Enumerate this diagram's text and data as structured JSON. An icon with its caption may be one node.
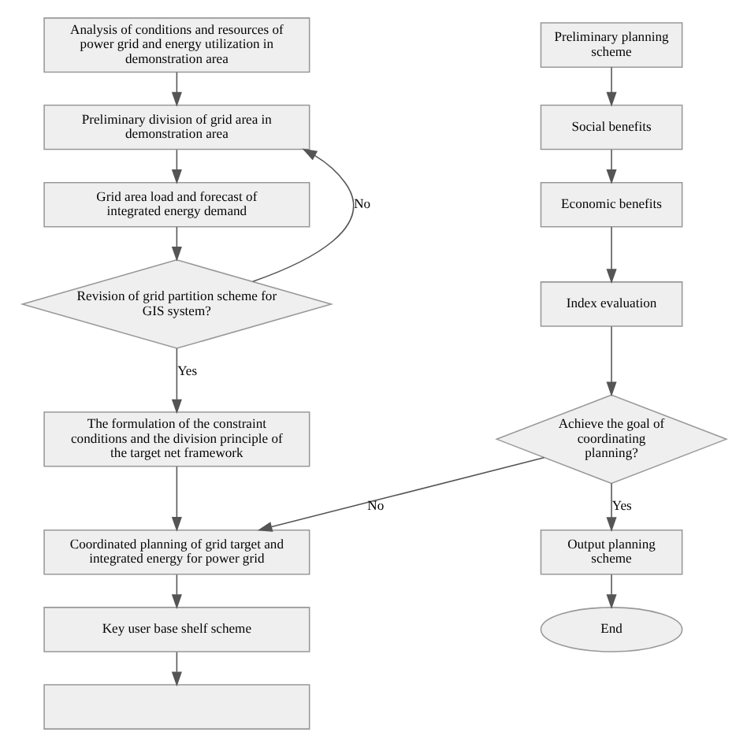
{
  "diagram": {
    "nodes": [
      {
        "text": [
          "Analysis of conditions and resources of power grid and energy utilization in demonstration area"
        ]
      },
      {
        "text": [
          "Preliminary division of grid area in demonstration area"
        ]
      },
      {
        "text": [
          "Grid area load and forecast of integrated energy demand"
        ]
      },
      {
        "text": [
          "Revision of grid partition scheme for GIS system?"
        ]
      },
      {
        "text": [
          "The formulation of the constraint conditions and the division principle of the target net framework"
        ]
      },
      {
        "text": [
          "Coordinated planning of grid target and integrated energy for power grid"
        ]
      },
      {
        "text": [
          "Key user base shelf scheme"
        ]
      },
      {
        "text": [],
        "shape": "box"
      },
      {
        "text": [
          "Preliminary planning scheme"
        ]
      },
      {
        "text": [
          "Social benefits"
        ]
      },
      {
        "text": [
          "Economic benefits"
        ]
      },
      {
        "text": [
          "Index evaluation"
        ]
      },
      {
        "text": [
          "Achieve the goal of coordinating planning?"
        ]
      },
      {
        "text": [
          "Output planning scheme"
        ]
      },
      {
        "text": [
          "End"
        ]
      }
    ],
    "edges": [
      {
        "from": 0,
        "to": 1,
        "arrow": "to"
      },
      {
        "from": 1,
        "to": 2,
        "arrow": "to"
      },
      {
        "from": 2,
        "to": 3,
        "arrow": "to"
      },
      {
        "from": 3,
        "to": 4,
        "label": "Yes",
        "arrow": "to"
      },
      {
        "from": 3,
        "to": 1,
        "label": "No",
        "arrow": "to"
      },
      {
        "from": 4,
        "to": 5,
        "arrow": "to"
      },
      {
        "from": 5,
        "to": 6,
        "arrow": "to"
      },
      {
        "from": 6,
        "to": 7,
        "arrow": "to"
      },
      {
        "from": 8,
        "to": 9,
        "arrow": "to"
      },
      {
        "from": 9,
        "to": 10,
        "arrow": "to"
      },
      {
        "from": 10,
        "to": 11,
        "arrow": "to"
      },
      {
        "from": 11,
        "to": 12,
        "arrow": "to"
      },
      {
        "from": 12,
        "to": 13,
        "label": "Yes",
        "arrow": "to"
      },
      {
        "from": 12,
        "to": 5,
        "label": "No",
        "arrow": "to"
      },
      {
        "from": 13,
        "to": 14,
        "arrow": "to"
      }
    ]
  }
}
